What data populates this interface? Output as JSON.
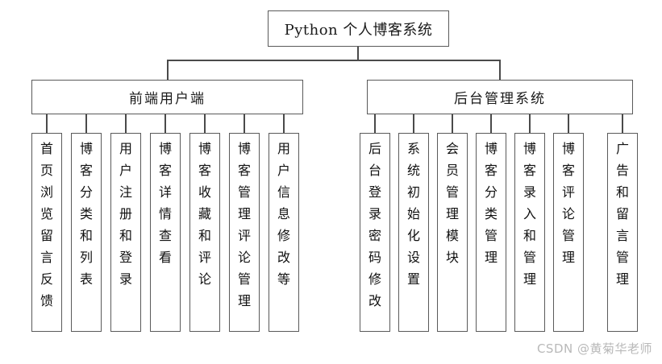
{
  "diagram": {
    "root": {
      "label": "Python 个人博客系统"
    },
    "branches": [
      {
        "id": "frontend",
        "label": "前端用户端"
      },
      {
        "id": "backend",
        "label": "后台管理系统"
      }
    ],
    "frontend_leaves": [
      {
        "label": "首页浏览留言反馈"
      },
      {
        "label": "博客分类和列表"
      },
      {
        "label": "用户注册和登录"
      },
      {
        "label": "博客详情查看"
      },
      {
        "label": "博客收藏和评论"
      },
      {
        "label": "博客管理评论管理"
      },
      {
        "label": "用户信息修改等"
      }
    ],
    "backend_leaves": [
      {
        "label": "后台登录密码修改"
      },
      {
        "label": "系统初始化设置"
      },
      {
        "label": "会员管理模块"
      },
      {
        "label": "博客分类管理"
      },
      {
        "label": "博客录入和管理"
      },
      {
        "label": "博客评论管理"
      },
      {
        "label": "广告和留言管理"
      }
    ]
  },
  "watermark": {
    "text": "CSDN @黄菊华老师"
  },
  "colors": {
    "background": "#ffffff",
    "box_border": "#5a5a5a",
    "connector": "#4a4a4a",
    "text": "#111111",
    "watermark": "#b9b9b9"
  }
}
